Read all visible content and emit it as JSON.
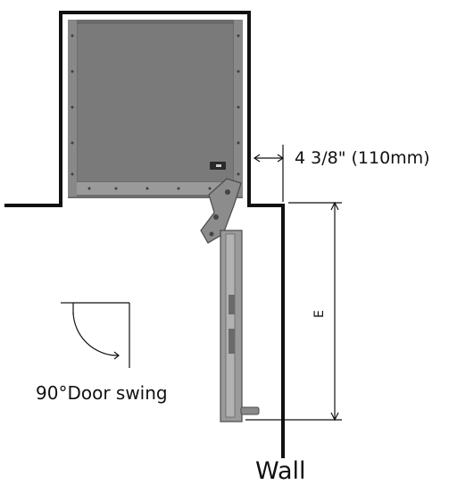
{
  "labels": {
    "clearance": "4 3/8\" (110mm)",
    "dimension_e": "E",
    "door_swing": "90°Door swing",
    "wall": "Wall"
  },
  "colors": {
    "line": "#111111",
    "cabinet_fill": "#7a7a7a",
    "cabinet_edge": "#5e5e5e",
    "bracket": "#9a9a9a",
    "hinge": "#8c8c8c"
  }
}
